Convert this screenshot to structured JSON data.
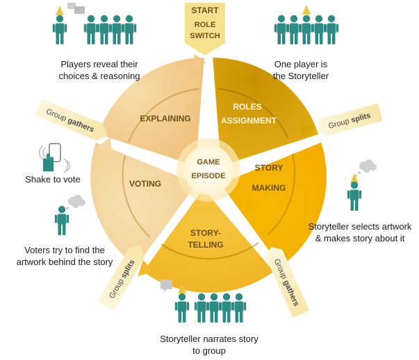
{
  "start": {
    "line1": "START",
    "line2": "ROLE",
    "line3": "SWITCH"
  },
  "center": {
    "line1": "GAME",
    "line2": "EPISODE"
  },
  "phases": {
    "explaining": "EXPLAINING",
    "roles_line1": "ROLES",
    "roles_line2": "ASSIGNMENT",
    "story_line1": "STORY",
    "story_line2": "MAKING",
    "telling_line1": "STORY-",
    "telling_line2": "TELLING",
    "voting": "VOTING"
  },
  "transitions": {
    "top_left": {
      "prefix": "Group ",
      "bold": "gathers"
    },
    "top_right": {
      "prefix": "Group ",
      "bold": "splits"
    },
    "bottom_right": {
      "prefix": "Group ",
      "bold": "gathers"
    },
    "bottom_left": {
      "prefix": "Group ",
      "bold": "splits"
    }
  },
  "captions": {
    "reveal_line1": "Players reveal their",
    "reveal_line2": "choices & reasoning",
    "storyteller_line1": "One player is",
    "storyteller_line2": "the Storyteller",
    "shake": "Shake to vote",
    "voters_line1": "Voters try to find the",
    "voters_line2": "artwork behind the story",
    "selects_line1": "Storyteller selects artwork",
    "selects_line2": "& makes story about it",
    "narrates_line1": "Storyteller narrates story",
    "narrates_line2": "to group"
  },
  "colors": {
    "person": "#2e8b84",
    "hat": "#e8c84a",
    "bubble": "#c8c8c8",
    "tag_bg": "#fbf0c6",
    "start_tag": "#f5e08e",
    "explaining": "#f0c888",
    "roles": "#d6a000",
    "story": "#f0b400",
    "telling": "#f2ba2c",
    "voting": "#f3d6a0",
    "phase_text": "#7a5a20"
  },
  "icons": [
    "person-icon",
    "party-hat-icon",
    "speech-bubble-icon",
    "thought-bubble-icon",
    "phone-shake-icon"
  ]
}
